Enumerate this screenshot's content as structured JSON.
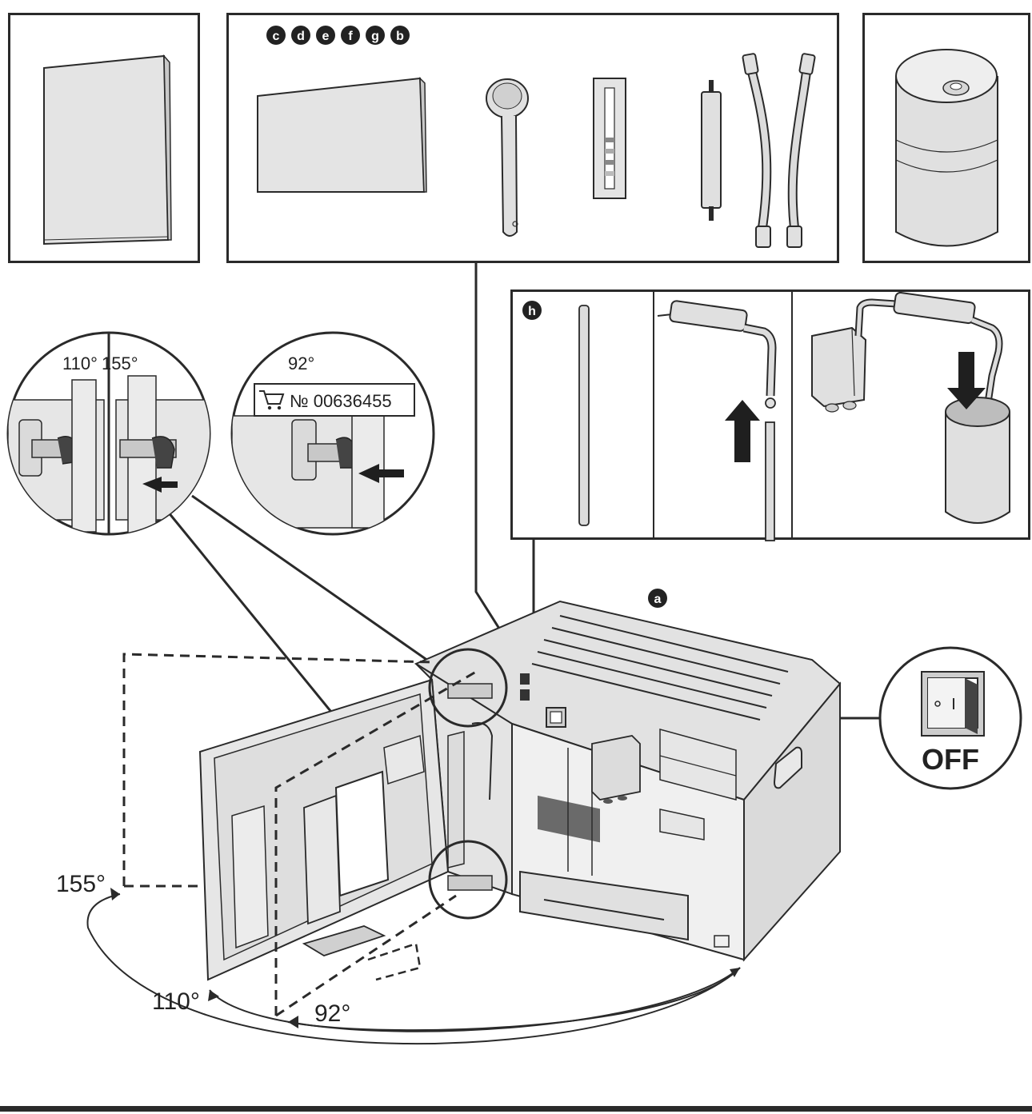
{
  "badges": {
    "accessories": [
      "c",
      "d",
      "e",
      "f",
      "g",
      "b"
    ],
    "hose_set": "h",
    "machine": "a"
  },
  "angles": {
    "hinge_zoom_left": "110°",
    "hinge_zoom_right": "155°",
    "hinge_zoom_part": "92°",
    "door_155": "155°",
    "door_110": "110°",
    "door_92": "92°"
  },
  "part_number": "№ 00636455",
  "switch_label": "OFF",
  "colors": {
    "line": "#2a2a2a",
    "part_fill": "#dedede",
    "part_dark": "#9a9a9a"
  }
}
